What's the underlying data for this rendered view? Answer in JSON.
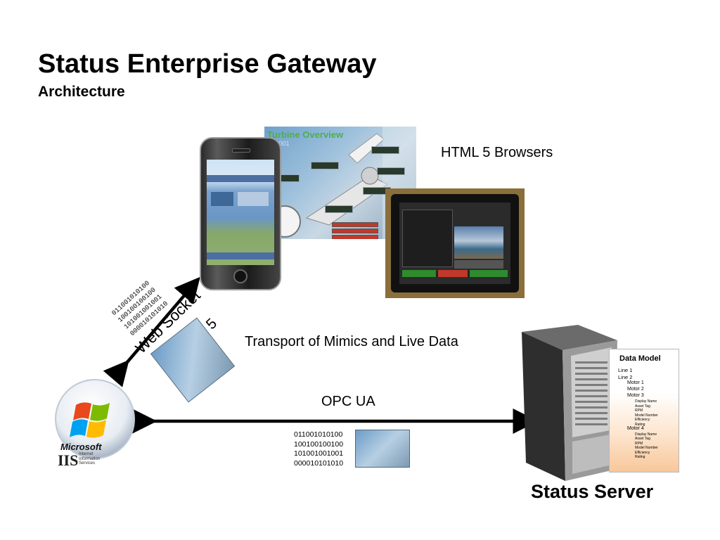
{
  "title": "Status Enterprise Gateway",
  "subtitle": "Architecture",
  "captions": {
    "browsers": "HTML 5 Browsers",
    "transport": "Transport of Mimics and Live Data",
    "opc": "OPC UA",
    "server": "Status Server"
  },
  "link_labels": {
    "websocket": "Web Socket",
    "html5": "HTML 5"
  },
  "binary_rotated": [
    "011001010100",
    "100100100100",
    "101001001001",
    "000010101010"
  ],
  "binary_flat": [
    "011001010100",
    "100100100100",
    "101001001001",
    "000010101010"
  ],
  "turbine_screen": {
    "title": "Turbine Overview",
    "subtitle": "TB1001"
  },
  "iis_logo": {
    "brand": "Microsoft",
    "product": "IIS",
    "product_full_lines": [
      "Internet",
      "Information",
      "Services"
    ]
  },
  "data_model": {
    "title": "Data Model",
    "lines": [
      {
        "text": "Line 1",
        "level": 1
      },
      {
        "text": "Line 2",
        "level": 1
      },
      {
        "text": "Motor 1",
        "level": 2
      },
      {
        "text": "Motor 2",
        "level": 2
      },
      {
        "text": "Motor 3",
        "level": 2
      },
      {
        "text": "Display Name",
        "level": 3
      },
      {
        "text": "Asset Tag",
        "level": 3
      },
      {
        "text": "RPM",
        "level": 3
      },
      {
        "text": "Model Number",
        "level": 3
      },
      {
        "text": "Efficiency",
        "level": 3
      },
      {
        "text": "Rating",
        "level": 3
      },
      {
        "text": "Motor 4",
        "level": 2
      },
      {
        "text": "Display Name",
        "level": 3
      },
      {
        "text": "Asset Tag",
        "level": 3
      },
      {
        "text": "RPM",
        "level": 3
      },
      {
        "text": "Model Number",
        "level": 3
      },
      {
        "text": "Efficiency",
        "level": 3
      },
      {
        "text": "Rating",
        "level": 3
      }
    ]
  },
  "colors": {
    "arrow": "#000000",
    "turbine_title": "#4caf50",
    "panel_gradient_end": "#f8c79b"
  }
}
